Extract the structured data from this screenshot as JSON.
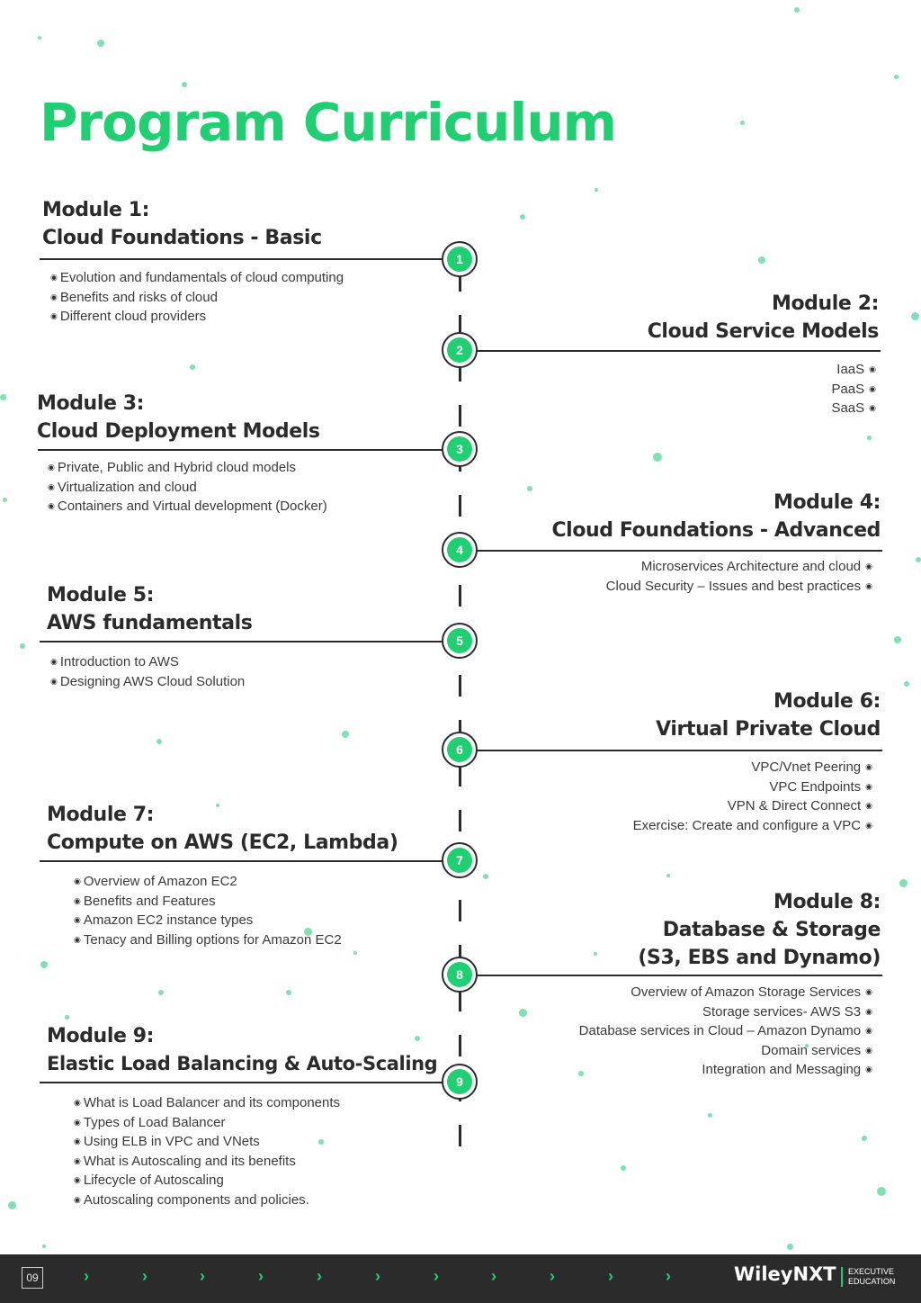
{
  "title": "Program Curriculum",
  "modules": [
    {
      "num": "1",
      "line1": "Module 1:",
      "line2": "Cloud Foundations - Basic",
      "items": [
        "Evolution and fundamentals of cloud computing",
        "Benefits and risks of cloud",
        "Different cloud providers"
      ]
    },
    {
      "num": "2",
      "line1": "Module 2:",
      "line2": "Cloud Service Models",
      "items": [
        "IaaS",
        "PaaS",
        "SaaS"
      ]
    },
    {
      "num": "3",
      "line1": "Module 3:",
      "line2": "Cloud Deployment Models",
      "items": [
        "Private, Public and Hybrid cloud models",
        "Virtualization and cloud",
        "Containers and Virtual development (Docker)"
      ]
    },
    {
      "num": "4",
      "line1": "Module 4:",
      "line2": "Cloud Foundations - Advanced",
      "items": [
        "Microservices Architecture and cloud",
        "Cloud Security – Issues and best practices"
      ]
    },
    {
      "num": "5",
      "line1": "Module 5:",
      "line2": "AWS fundamentals",
      "items": [
        "Introduction to AWS",
        "Designing AWS Cloud Solution"
      ]
    },
    {
      "num": "6",
      "line1": "Module 6:",
      "line2": "Virtual Private Cloud",
      "items": [
        "VPC/Vnet Peering",
        "VPC Endpoints",
        "VPN & Direct Connect",
        "Exercise: Create and configure a VPC"
      ]
    },
    {
      "num": "7",
      "line1": "Module 7:",
      "line2": "Compute on AWS (EC2, Lambda)",
      "items": [
        "Overview of Amazon EC2",
        "Benefits and Features",
        "Amazon EC2 instance types",
        "Tenacy and Billing options for Amazon EC2"
      ]
    },
    {
      "num": "8",
      "line1": "Module 8:",
      "line2": "Database & Storage",
      "line3": "(S3, EBS and Dynamo)",
      "items": [
        "Overview of Amazon Storage Services",
        "Storage services- AWS S3",
        "Database services in Cloud – Amazon Dynamo",
        "Domain services",
        "Integration and Messaging"
      ]
    },
    {
      "num": "9",
      "line1": "Module 9:",
      "line2": "Elastic Load Balancing & Auto-Scaling",
      "items": [
        "What is Load Balancer and its components",
        "Types of Load Balancer",
        "Using ELB in VPC and VNets",
        "What is Autoscaling and its benefits",
        "Lifecycle of Autoscaling",
        "Autoscaling components and policies."
      ]
    }
  ],
  "footer": {
    "page": "09",
    "chevron": "›",
    "brand": "WileyNXT",
    "brand_sub1": "EXECUTIVE",
    "brand_sub2": "EDUCATION"
  },
  "colors": {
    "accent": "#1fcf72",
    "text": "#2b2b2b",
    "footer_bg": "#2b2b2b"
  }
}
